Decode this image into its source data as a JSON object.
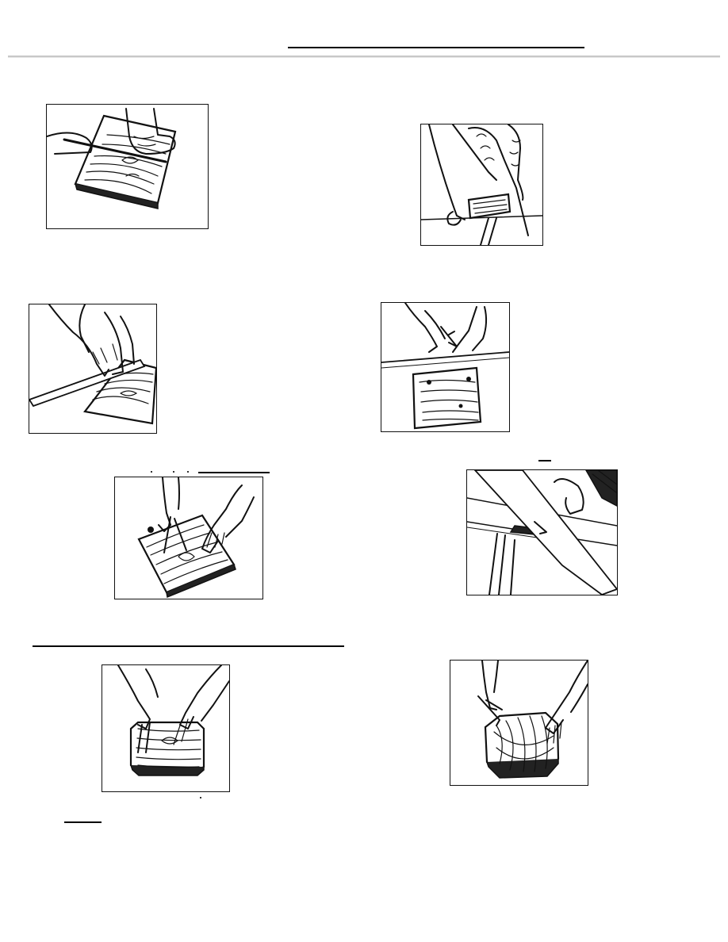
{
  "page": {
    "background": "#ffffff",
    "ink_color": "#111111"
  },
  "figures": [
    {
      "id": "fig-1",
      "icon": "hand-marking-board-with-pencil-illustration"
    },
    {
      "id": "fig-2",
      "icon": "hand-sawing-board-illustration"
    },
    {
      "id": "fig-3",
      "icon": "hands-with-straightedge-on-board-illustration"
    },
    {
      "id": "fig-4",
      "icon": "hands-marking-corner-with-tool-illustration"
    },
    {
      "id": "fig-5",
      "icon": "hands-with-compass-on-board-illustration"
    },
    {
      "id": "fig-6",
      "icon": "saw-cutting-corner-on-bench-illustration"
    },
    {
      "id": "fig-7",
      "icon": "hands-tracing-beveled-board-illustration"
    },
    {
      "id": "fig-8",
      "icon": "hands-with-compass-on-octagon-board-illustration"
    }
  ]
}
